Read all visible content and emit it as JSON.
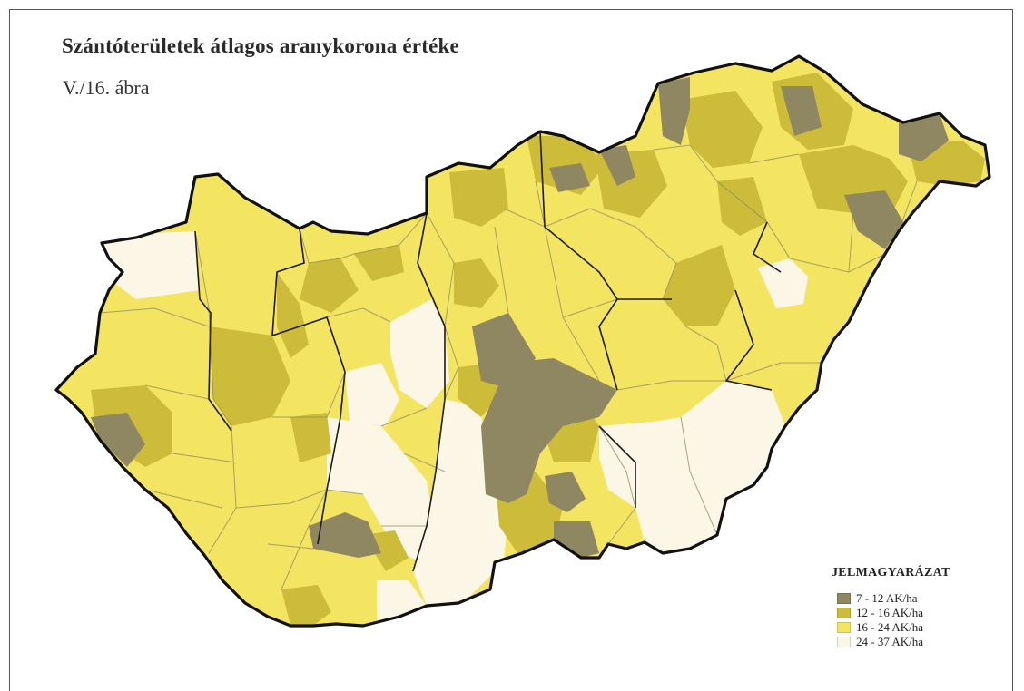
{
  "map": {
    "title": "Szántóterületek átlagos aranykorona értéke",
    "subtitle": "V./16. ábra",
    "colors": {
      "class_7_12": "#8f8762",
      "class_12_16": "#cdbb3a",
      "class_16_24": "#f3e462",
      "class_24_37": "#fbf6e6",
      "border": "#1a1a1a",
      "inner_line": "#8a8a60"
    }
  },
  "legend": {
    "title": "JELMAGYARÁZAT",
    "items": [
      {
        "label": "7 - 12 AK/ha",
        "color": "#8f8762"
      },
      {
        "label": "12 - 16 AK/ha",
        "color": "#cdbb3a"
      },
      {
        "label": "16 - 24 AK/ha",
        "color": "#f3e462"
      },
      {
        "label": "24 - 37 AK/ha",
        "color": "#fbf6e6"
      }
    ]
  }
}
